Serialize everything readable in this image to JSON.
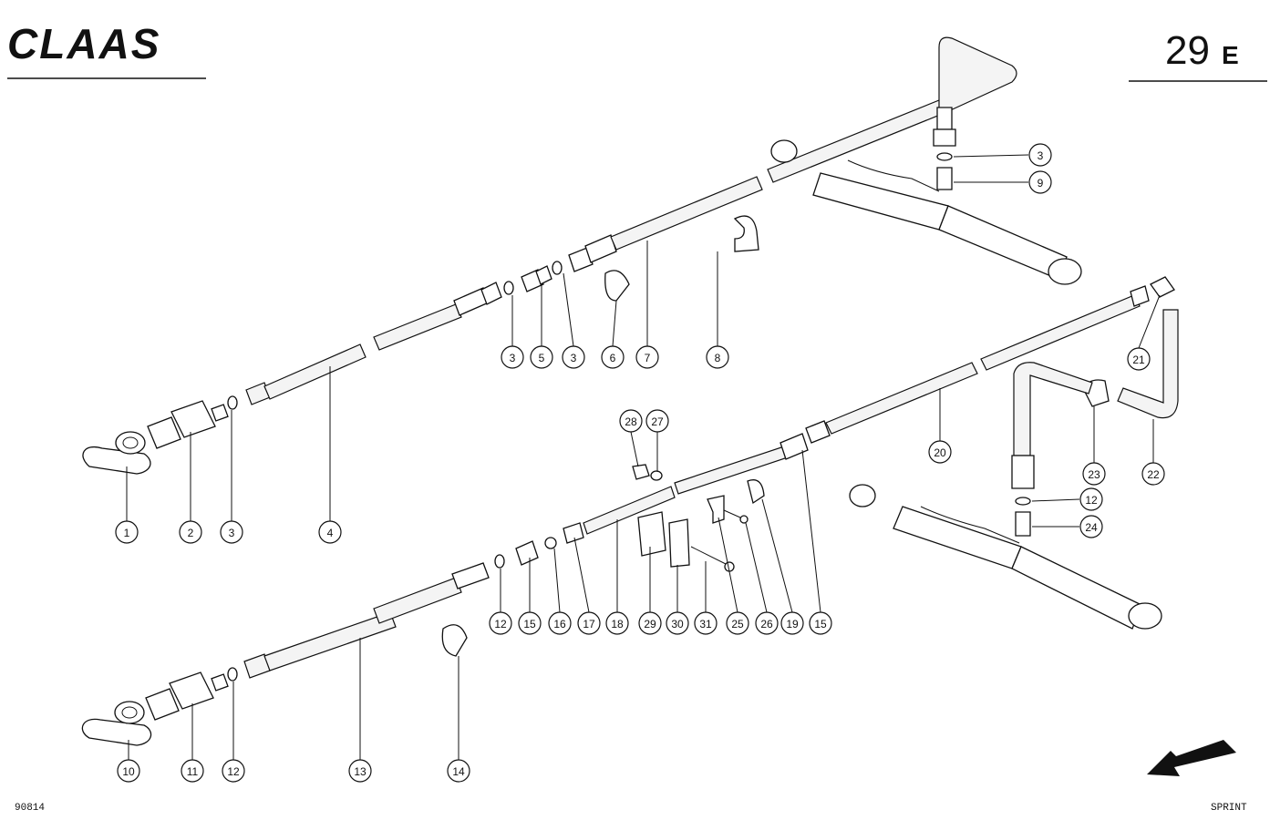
{
  "header": {
    "brand": "CLAAS",
    "page_number": "29",
    "page_suffix": "E"
  },
  "footer": {
    "drawing_code": "90814",
    "model": "SPRINT"
  },
  "callouts": [
    {
      "id": "c1",
      "label": "1"
    },
    {
      "id": "c2",
      "label": "2"
    },
    {
      "id": "c3a",
      "label": "3"
    },
    {
      "id": "c4",
      "label": "4"
    },
    {
      "id": "c3b",
      "label": "3"
    },
    {
      "id": "c5",
      "label": "5"
    },
    {
      "id": "c3c",
      "label": "3"
    },
    {
      "id": "c6",
      "label": "6"
    },
    {
      "id": "c7",
      "label": "7"
    },
    {
      "id": "c8",
      "label": "8"
    },
    {
      "id": "c3d",
      "label": "3"
    },
    {
      "id": "c9",
      "label": "9"
    },
    {
      "id": "c10",
      "label": "10"
    },
    {
      "id": "c11",
      "label": "11"
    },
    {
      "id": "c12a",
      "label": "12"
    },
    {
      "id": "c13",
      "label": "13"
    },
    {
      "id": "c14",
      "label": "14"
    },
    {
      "id": "c12b",
      "label": "12"
    },
    {
      "id": "c15a",
      "label": "15"
    },
    {
      "id": "c16",
      "label": "16"
    },
    {
      "id": "c17",
      "label": "17"
    },
    {
      "id": "c18",
      "label": "18"
    },
    {
      "id": "c28",
      "label": "28"
    },
    {
      "id": "c27",
      "label": "27"
    },
    {
      "id": "c29",
      "label": "29"
    },
    {
      "id": "c30",
      "label": "30"
    },
    {
      "id": "c31",
      "label": "31"
    },
    {
      "id": "c25",
      "label": "25"
    },
    {
      "id": "c26",
      "label": "26"
    },
    {
      "id": "c19",
      "label": "19"
    },
    {
      "id": "c15b",
      "label": "15"
    },
    {
      "id": "c20",
      "label": "20"
    },
    {
      "id": "c21",
      "label": "21"
    },
    {
      "id": "c22",
      "label": "22"
    },
    {
      "id": "c23",
      "label": "23"
    },
    {
      "id": "c12c",
      "label": "12"
    },
    {
      "id": "c24",
      "label": "24"
    }
  ]
}
